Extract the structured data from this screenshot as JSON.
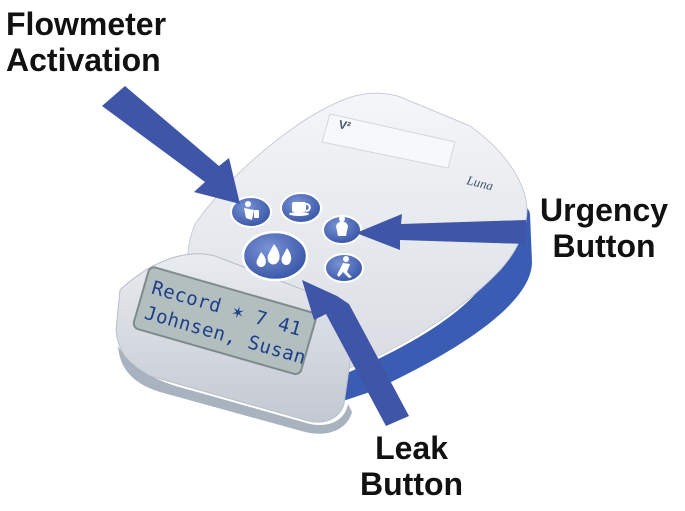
{
  "callouts": {
    "flowmeter": {
      "line1": "Flowmeter",
      "line2": "Activation"
    },
    "urgency": {
      "line1": "Urgency",
      "line2": "Button"
    },
    "leak": {
      "line1": "Leak",
      "line2": "Button"
    }
  },
  "device": {
    "brand_mark": "V²",
    "corner_label": "Luna",
    "display": {
      "line1": "Record  ✶ 7 41",
      "line2": "Johnsen, Susan"
    }
  },
  "colors": {
    "arrow": "#3f55a8",
    "device_body": "#e7eaee",
    "device_shadow": "#c7ccd4",
    "device_trim": "#3a5db3",
    "button_fill": "#4a68b8",
    "lcd_bg": "#b3bfbf"
  },
  "icons": [
    "flowmeter-activation-icon",
    "beverage-icon",
    "urgency-icon",
    "leak-icon",
    "activity-icon"
  ]
}
